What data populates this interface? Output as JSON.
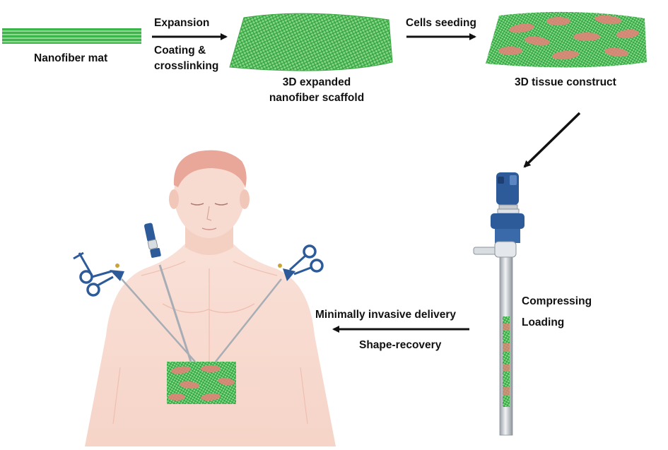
{
  "labels": {
    "nanofiber_mat": "Nanofiber mat",
    "expansion": "Expansion",
    "coating_1": "Coating &",
    "coating_2": "crosslinking",
    "scaffold_1": "3D expanded",
    "scaffold_2": "nanofiber scaffold",
    "cells_seeding": "Cells seeding",
    "tissue_construct": "3D tissue construct",
    "compressing": "Compressing",
    "loading": "Loading",
    "delivery": "Minimally invasive delivery",
    "shape_recovery": "Shape-recovery"
  },
  "colors": {
    "fiber_green": "#3cb64a",
    "cell_pink": "#e8827a",
    "skin": "#f7d9cf",
    "skin_shadow": "#eebfb1",
    "hair": "#e9a79a",
    "device_blue": "#2d5b9a",
    "steel": "#c9ced4",
    "arrow": "#111111"
  }
}
